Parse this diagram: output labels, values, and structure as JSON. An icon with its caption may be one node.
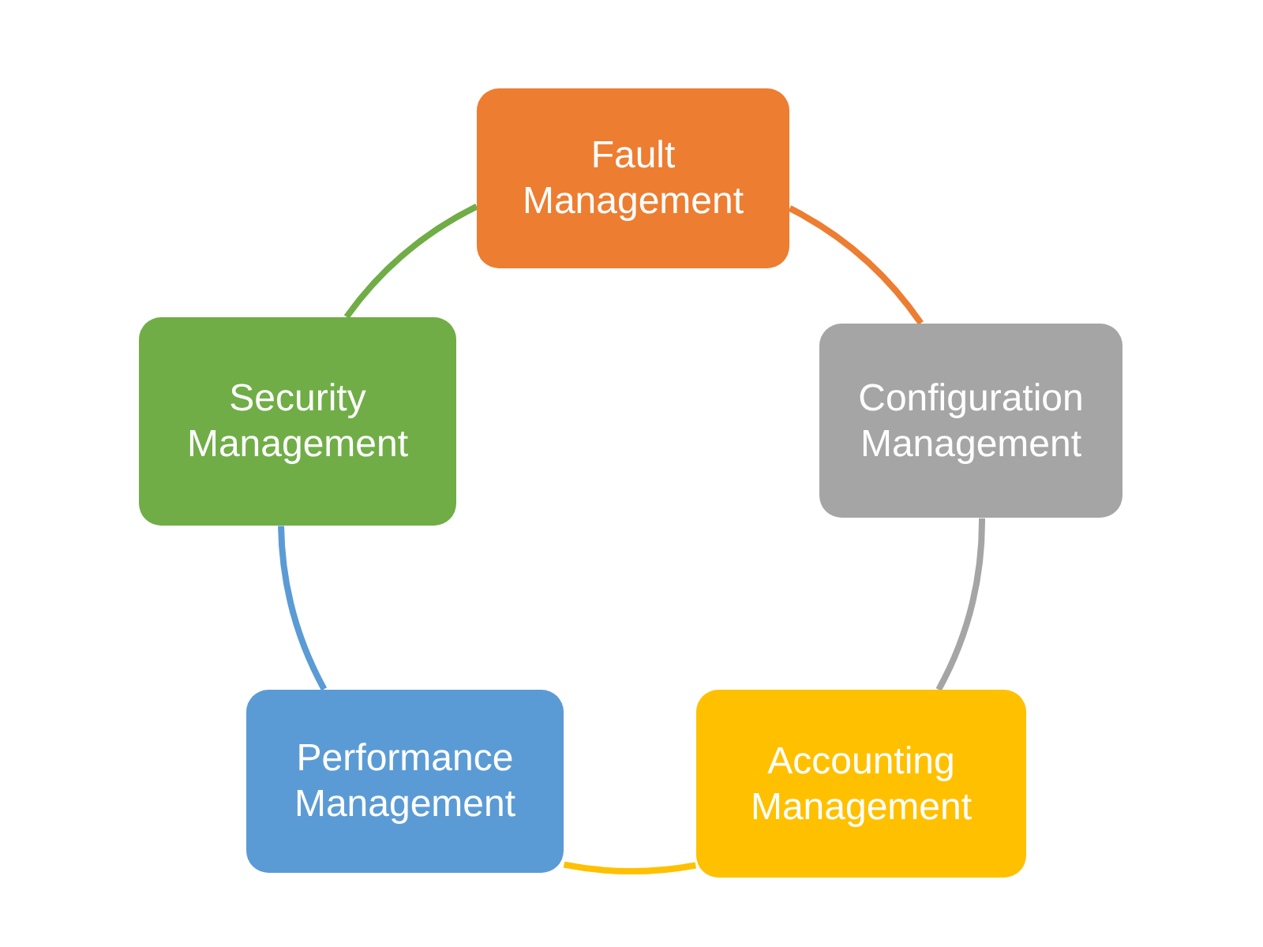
{
  "diagram": {
    "nodes": [
      {
        "text": [
          "Fault Management"
        ]
      },
      {
        "text": [
          "Configuration Management"
        ]
      },
      {
        "text": [
          "Accounting Management"
        ]
      },
      {
        "text": [
          "Performance Management"
        ]
      },
      {
        "text": [
          "Security Management"
        ]
      }
    ],
    "edges": [
      {
        "from": 0,
        "to": 1,
        "arrow": "none",
        "color": "#ed7d31"
      },
      {
        "from": 1,
        "to": 2,
        "arrow": "none",
        "color": "#a5a5a5"
      },
      {
        "from": 2,
        "to": 3,
        "arrow": "none",
        "color": "#ffc000"
      },
      {
        "from": 3,
        "to": 4,
        "arrow": "none",
        "color": "#5b9bd5"
      },
      {
        "from": 4,
        "to": 0,
        "arrow": "none",
        "color": "#70ad47"
      }
    ]
  }
}
